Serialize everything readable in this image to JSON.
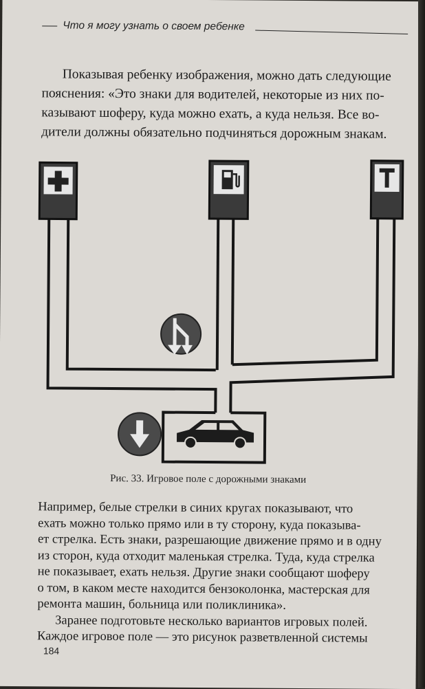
{
  "running_head": "Что я могу узнать о своем ребенке",
  "paragraph1_lines": [
    "Показывая ребенку изображения, можно дать следующие",
    "пояснения: «Это знаки для водителей, некоторые из них по-",
    "казывают шоферу, куда можно ехать, а куда нельзя. Все во-",
    "дители должны обязательно подчиняться дорожным знакам."
  ],
  "figure": {
    "caption": "Рис. 33. Игровое поле с дорожными знаками",
    "signs": [
      "hospital-sign",
      "fuel-station-sign",
      "car-service-sign"
    ],
    "circle_signs": [
      "straight-or-right-arrow-sign",
      "straight-down-arrow-sign"
    ],
    "colors": {
      "frame": "#161616",
      "sign_body": "#3a3a3a",
      "circle": "#4a4a4a",
      "arrow": "#e8e8e8"
    }
  },
  "paragraph2_lines": [
    {
      "text": "Например, белые стрелки в синих кругах показывают, что",
      "indent": false
    },
    {
      "text": "ехать можно только прямо или в ту сторону, куда показыва-",
      "indent": false
    },
    {
      "text": "ет стрелка. Есть знаки, разрешающие движение прямо и в одну",
      "indent": false
    },
    {
      "text": "из сторон, куда отходит маленькая стрелка. Туда, куда стрелка",
      "indent": false
    },
    {
      "text": "не показывает, ехать нельзя. Другие знаки сообщают шоферу",
      "indent": false
    },
    {
      "text": "о том, в каком месте находится бензоколонка, мастерская для",
      "indent": false
    },
    {
      "text": "ремонта машин, больница или поликлиника».",
      "indent": false
    },
    {
      "text": "Заранее подготовьте несколько вариантов игровых полей.",
      "indent": true
    },
    {
      "text": "Каждое игровое поле — это рисунок разветвленной системы",
      "indent": false
    }
  ],
  "page_number": "184"
}
